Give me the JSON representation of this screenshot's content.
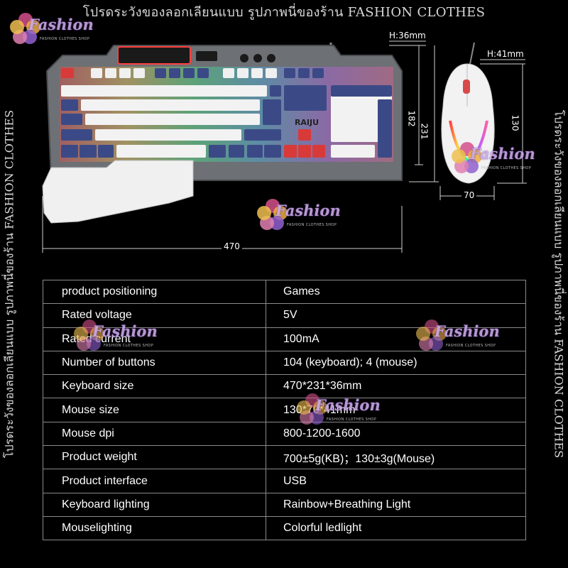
{
  "watermarks": {
    "top": "โปรดระวังของลอกเลียนแบบ  รูปภาพนี่ของร้าน FASHION CLOTHES",
    "side": "โปรดระวังของลอกเลียนแบบ  รูปภาพนี่ของร้าน FASHION CLOTHES",
    "logo_word": "Fashion",
    "logo_sub": "FASHION CLOTHES SHOP"
  },
  "product": {
    "brand": "RAIJU",
    "dimensions": {
      "keyboard_height": "H:36mm",
      "mouse_height": "H:41mm",
      "keyboard_depth_inner": "182",
      "keyboard_depth": "231",
      "keyboard_width": "470",
      "mouse_length": "130",
      "mouse_width": "70"
    }
  },
  "specs": {
    "rows": [
      {
        "label": "product positioning",
        "value": "Games"
      },
      {
        "label": "Rated voltage",
        "value": "5V"
      },
      {
        "label": "Rated current",
        "value": "100mA"
      },
      {
        "label": "Number of buttons",
        "value": "104 (keyboard); 4 (mouse)"
      },
      {
        "label": "Keyboard size",
        "value": "470*231*36mm"
      },
      {
        "label": "Mouse size",
        "value": "130*70*41mm"
      },
      {
        "label": "Mouse dpi",
        "value": "800-1200-1600"
      },
      {
        "label": "Product weight",
        "value": "700±5g(KB)；130±3g(Mouse)"
      },
      {
        "label": "Product interface",
        "value": "USB"
      },
      {
        "label": "Keyboard lighting",
        "value": "Rainbow+Breathing Light"
      },
      {
        "label": "Mouselighting",
        "value": "Colorful ledlight"
      }
    ]
  }
}
